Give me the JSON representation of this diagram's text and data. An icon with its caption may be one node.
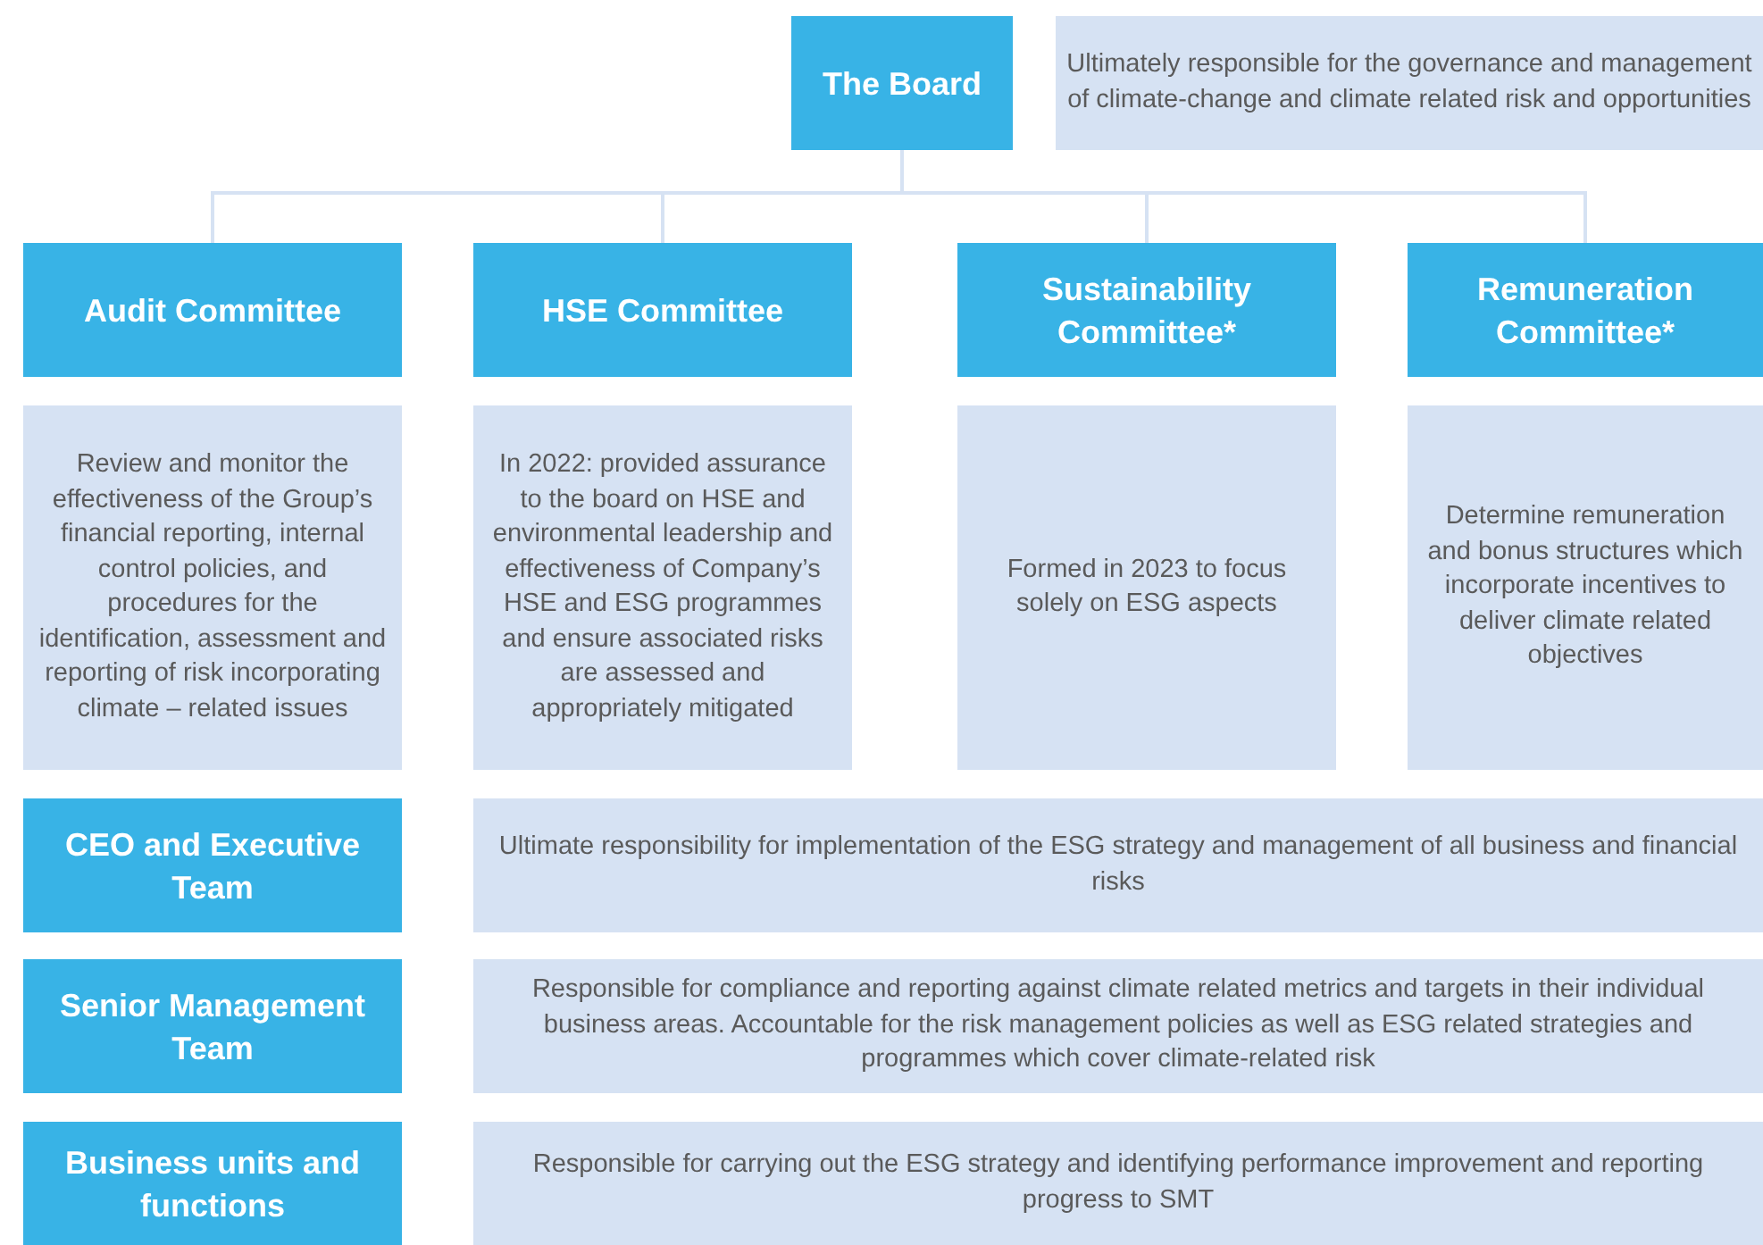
{
  "diagram": {
    "nodes": [
      {
        "text": [
          "The Board"
        ]
      },
      {
        "text": [
          "Ultimately responsible for the governance and management of climate-change and climate related risk and opportunities"
        ]
      },
      {
        "text": [
          "Audit Committee"
        ]
      },
      {
        "text": [
          "HSE Committee"
        ]
      },
      {
        "text": [
          "Sustainability Committee*"
        ]
      },
      {
        "text": [
          "Remuneration Committee*"
        ]
      },
      {
        "text": [
          "Review and monitor the effectiveness of the Group’s financial reporting, internal control policies, and procedures for the identification, assessment and reporting of risk incorporating climate – related issues"
        ]
      },
      {
        "text": [
          "In 2022: provided assurance to the board on HSE and environmental leadership and effectiveness of Company’s HSE and ESG programmes and ensure associated risks are assessed and appropriately mitigated"
        ]
      },
      {
        "text": [
          "Formed in 2023 to focus solely on ESG aspects"
        ]
      },
      {
        "text": [
          "Determine remuneration and bonus structures which incorporate incentives to deliver climate related objectives"
        ]
      },
      {
        "text": [
          "CEO and Executive Team"
        ]
      },
      {
        "text": [
          "Ultimate responsibility for implementation of the ESG strategy and management of all business and financial risks"
        ]
      },
      {
        "text": [
          "Senior Management Team"
        ]
      },
      {
        "text": [
          "Responsible for compliance and reporting against climate related metrics and targets in their individual business areas. Accountable for the risk management policies as well as ESG related strategies and programmes which cover climate-related risk"
        ]
      },
      {
        "text": [
          "Business units and functions"
        ]
      },
      {
        "text": [
          "Responsible for carrying out the ESG strategy and identifying performance improvement and reporting progress to SMT"
        ]
      }
    ],
    "edges": [
      {
        "from": 0,
        "to": 2,
        "arrow": "none"
      },
      {
        "from": 0,
        "to": 3,
        "arrow": "none"
      },
      {
        "from": 0,
        "to": 4,
        "arrow": "none"
      },
      {
        "from": 0,
        "to": 5,
        "arrow": "none"
      }
    ]
  }
}
